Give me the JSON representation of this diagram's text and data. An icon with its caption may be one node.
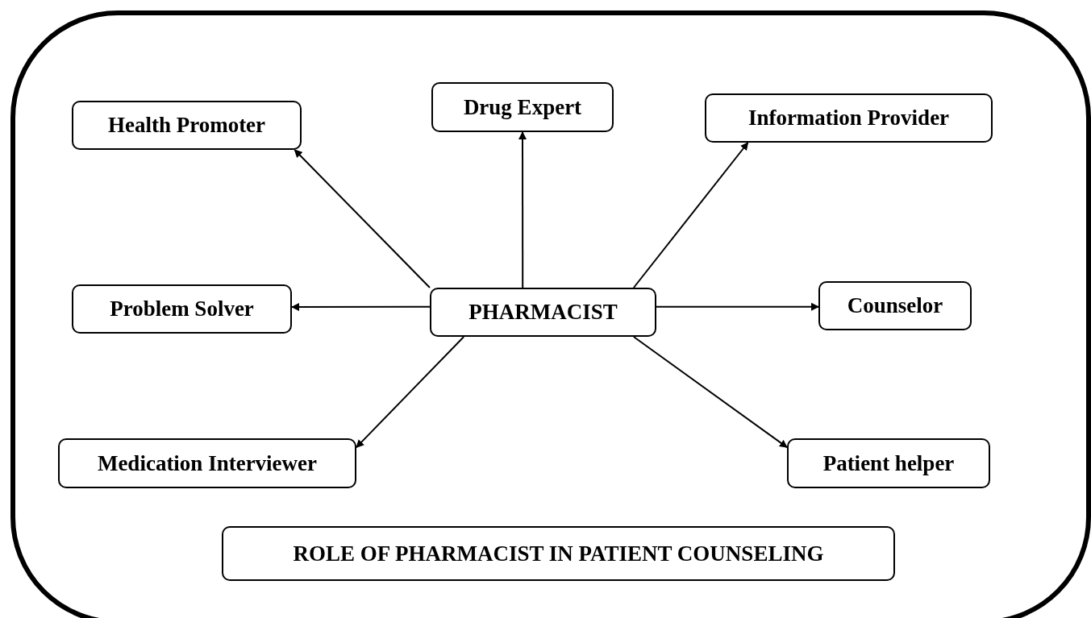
{
  "diagram": {
    "nodes": [
      {
        "text": [
          "Health Promoter"
        ]
      },
      {
        "text": [
          "Drug Expert"
        ]
      },
      {
        "text": [
          "Information Provider"
        ]
      },
      {
        "text": [
          "Problem Solver"
        ]
      },
      {
        "text": [
          "PHARMACIST"
        ]
      },
      {
        "text": [
          "Counselor"
        ]
      },
      {
        "text": [
          "Medication Interviewer"
        ]
      },
      {
        "text": [
          "Patient helper"
        ]
      },
      {
        "text": [
          "ROLE OF PHARMACIST IN PATIENT COUNSELING"
        ]
      }
    ],
    "edges": [
      {
        "from": 4,
        "to": 0,
        "arrow": "to"
      },
      {
        "from": 4,
        "to": 1,
        "arrow": "to"
      },
      {
        "from": 4,
        "to": 2,
        "arrow": "to"
      },
      {
        "from": 4,
        "to": 3,
        "arrow": "to"
      },
      {
        "from": 4,
        "to": 5,
        "arrow": "to"
      },
      {
        "from": 4,
        "to": 6,
        "arrow": "to"
      },
      {
        "from": 4,
        "to": 7,
        "arrow": "to"
      }
    ]
  }
}
